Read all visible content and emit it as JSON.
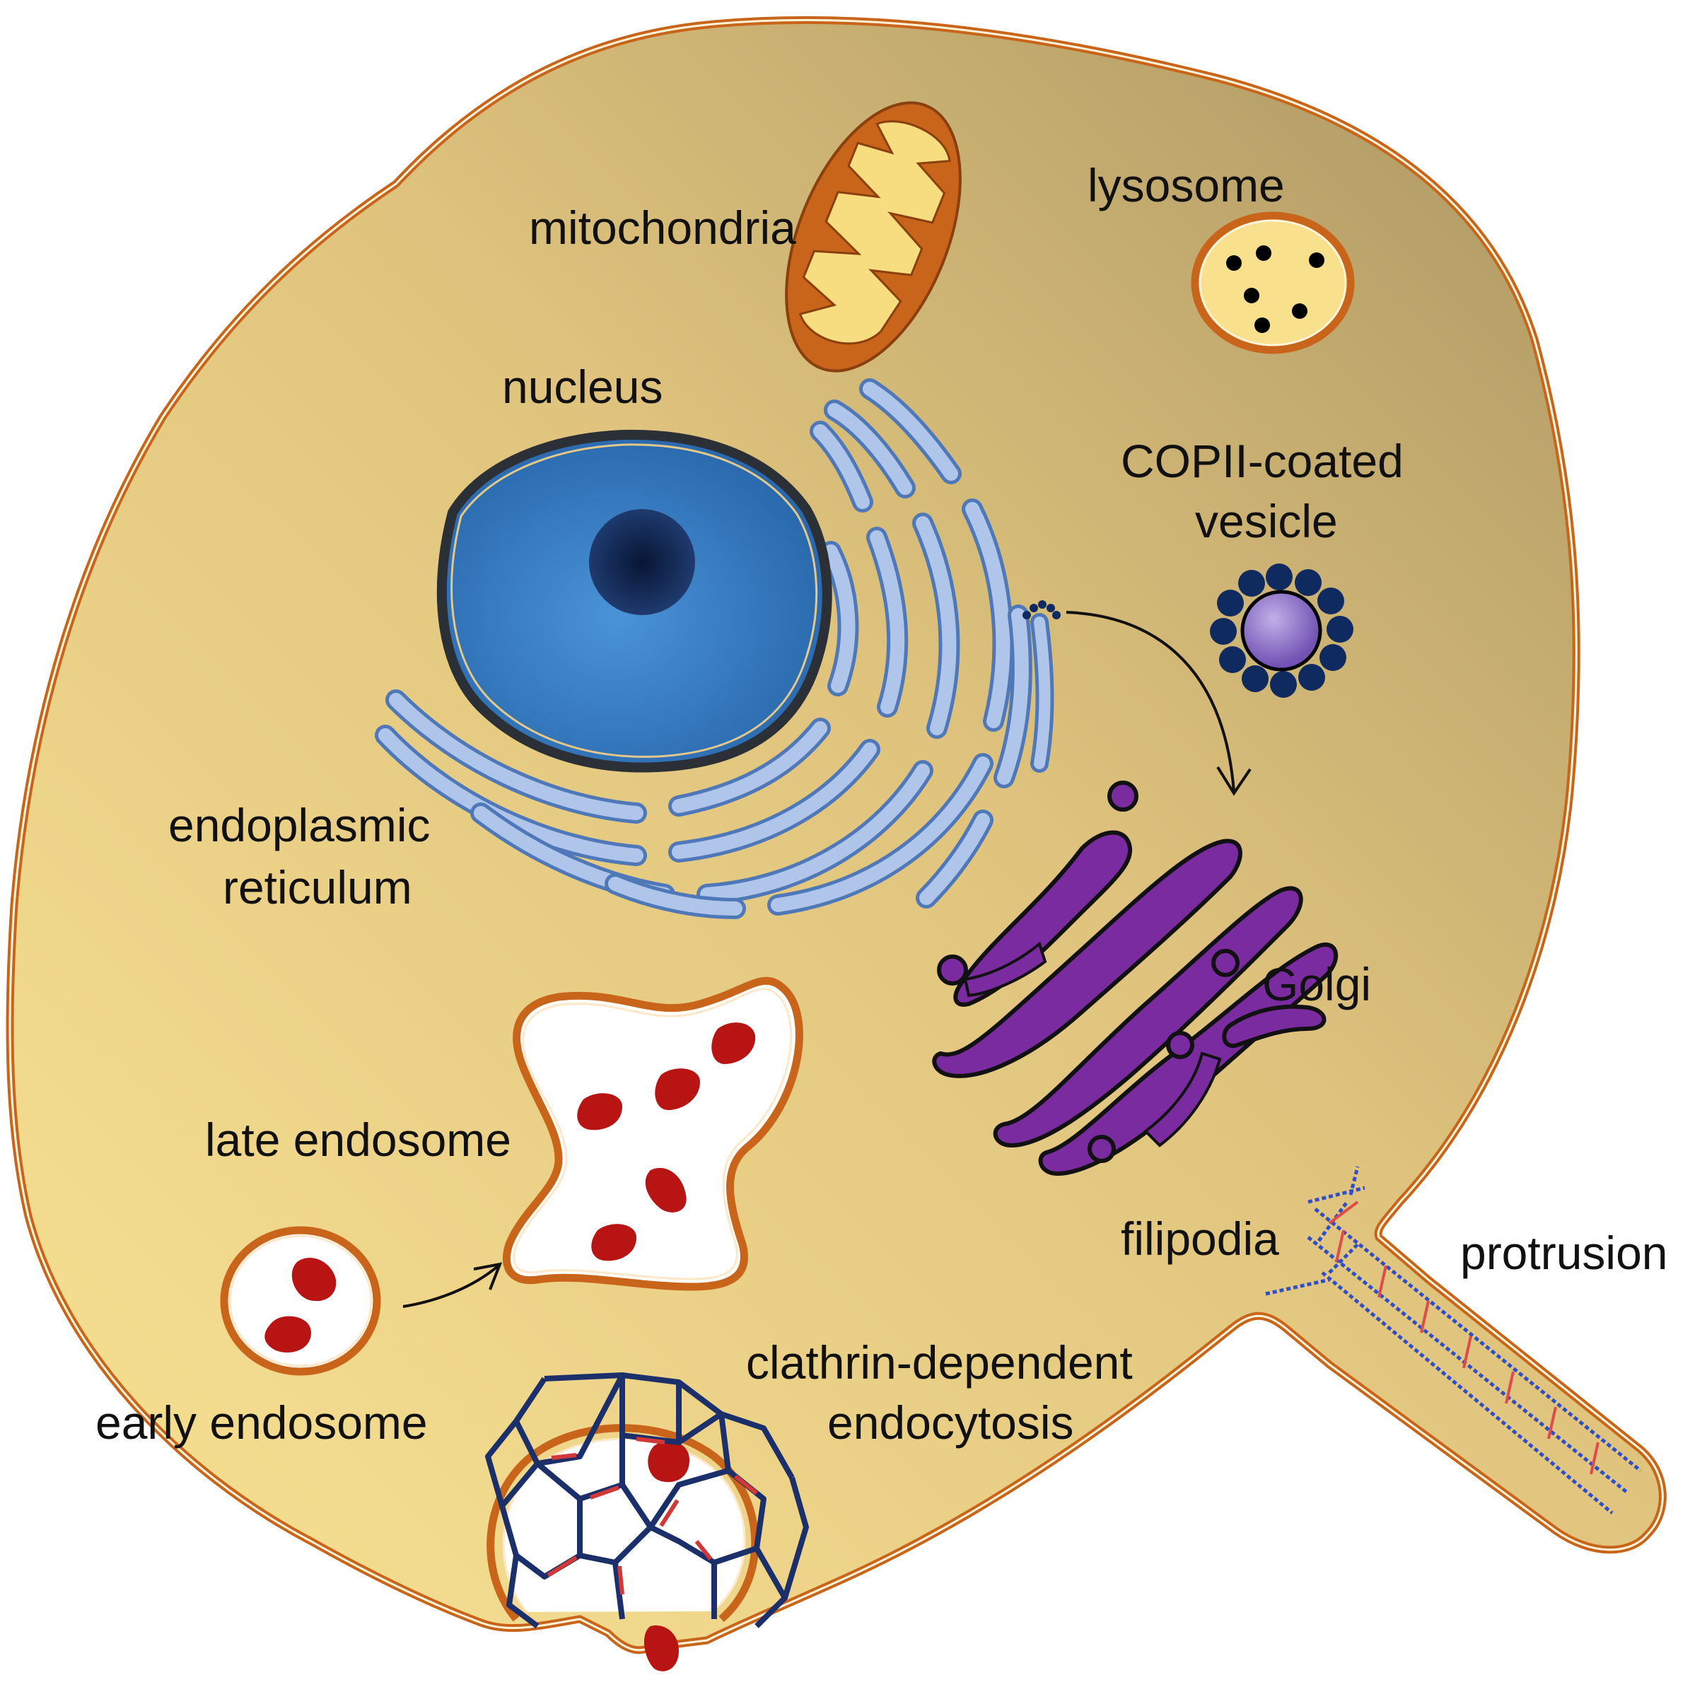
{
  "labels": {
    "mitochondria": "mitochondria",
    "lysosome": "lysosome",
    "nucleus": "nucleus",
    "copii_line1": "COPII-coated",
    "copii_line2": "vesicle",
    "er_line1": "endoplasmic",
    "er_line2": "reticulum",
    "golgi": "Golgi",
    "late_endosome": "late endosome",
    "early_endosome": "early endosome",
    "filipodia": "filipodia",
    "protrusion": "protrusion",
    "clathrin_line1": "clathrin-dependent",
    "clathrin_line2": "endocytosis"
  },
  "colors": {
    "cytoplasm_light": "#F7DF8C",
    "cytoplasm_dark": "#B8A06A",
    "membrane": "#C8651B",
    "nucleus": "#3B7FC4",
    "nucleolus": "#0F2347",
    "er": "#AFC5EA",
    "er_stroke": "#4F78B8",
    "golgi": "#7A2BA0",
    "mito_outer": "#C8651B",
    "mito_inner": "#F7DC80",
    "lysosome": "#F9E08C",
    "cargo": "#B81414",
    "copii_coat": "#0E2A5E",
    "copii_vesicle": "#8E70C8",
    "clathrin": "#1B2F6B",
    "actin": "#2F4FC8",
    "crosslink": "#E04A4A"
  },
  "icons": [
    "mitochondrion-icon",
    "lysosome-icon",
    "nucleus-icon",
    "er-icon",
    "copii-vesicle-icon",
    "golgi-icon",
    "late-endosome-icon",
    "early-endosome-icon",
    "clathrin-pit-icon",
    "actin-filament-icon"
  ]
}
